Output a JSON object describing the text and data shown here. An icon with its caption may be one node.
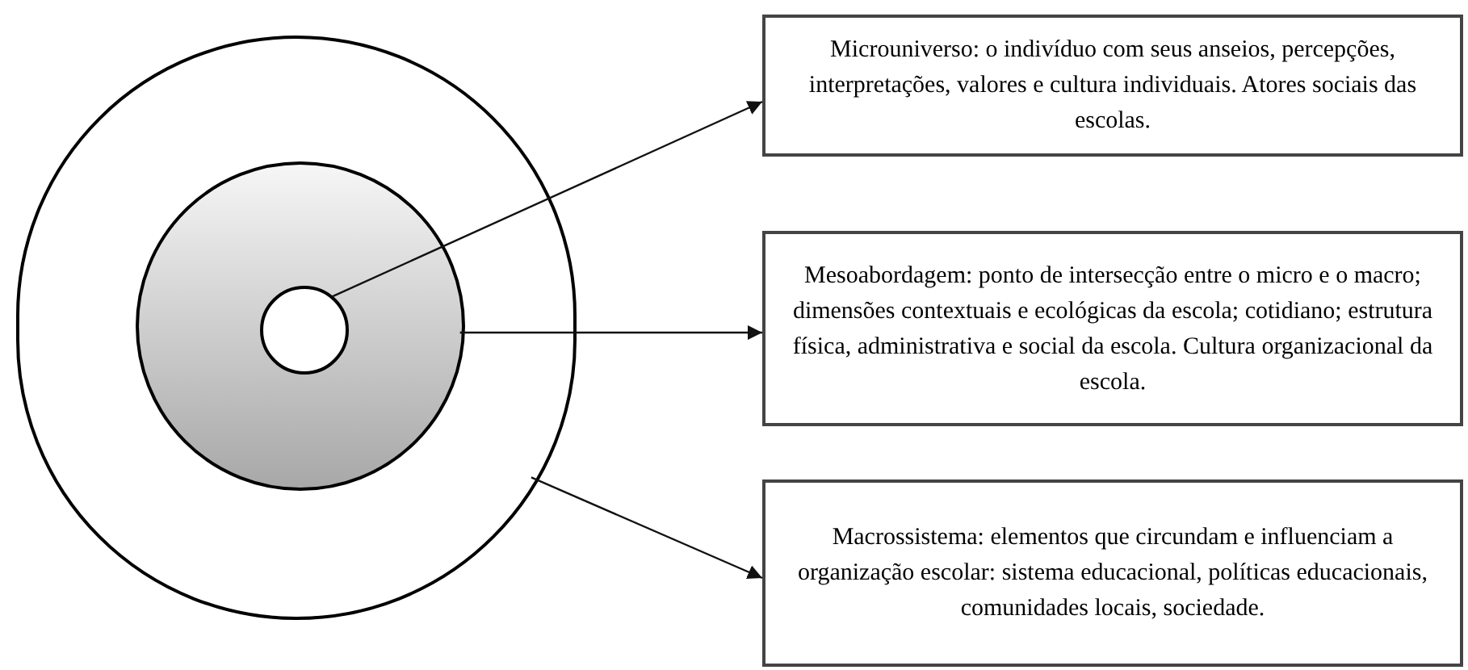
{
  "diagram": {
    "nodes": [
      {
        "text": [],
        "shape": "circle"
      },
      {
        "text": [],
        "shape": "circle",
        "in": 0
      },
      {
        "text": [],
        "shape": "circle",
        "in": 1
      },
      {
        "text": [
          "Microuniverso: o indivíduo com seus anseios, percepções, interpretações, valores e cultura individuais. Atores sociais das escolas."
        ]
      },
      {
        "text": [
          "Mesoabordagem: ponto de intersecção entre o micro e o macro; dimensões contextuais e ecológicas da escola; cotidiano; estrutura física, administrativa e social da escola. Cultura organizacional da escola."
        ]
      },
      {
        "text": [
          "Macrossistema: elementos que circundam e influenciam a organização escolar: sistema educacional, políticas educacionais, comunidades locais, sociedade."
        ]
      }
    ],
    "edges": [
      {
        "from": 2,
        "to": 3,
        "arrow": "to"
      },
      {
        "from": 1,
        "to": 4,
        "arrow": "to"
      },
      {
        "from": 0,
        "to": 5,
        "arrow": "to"
      }
    ]
  }
}
